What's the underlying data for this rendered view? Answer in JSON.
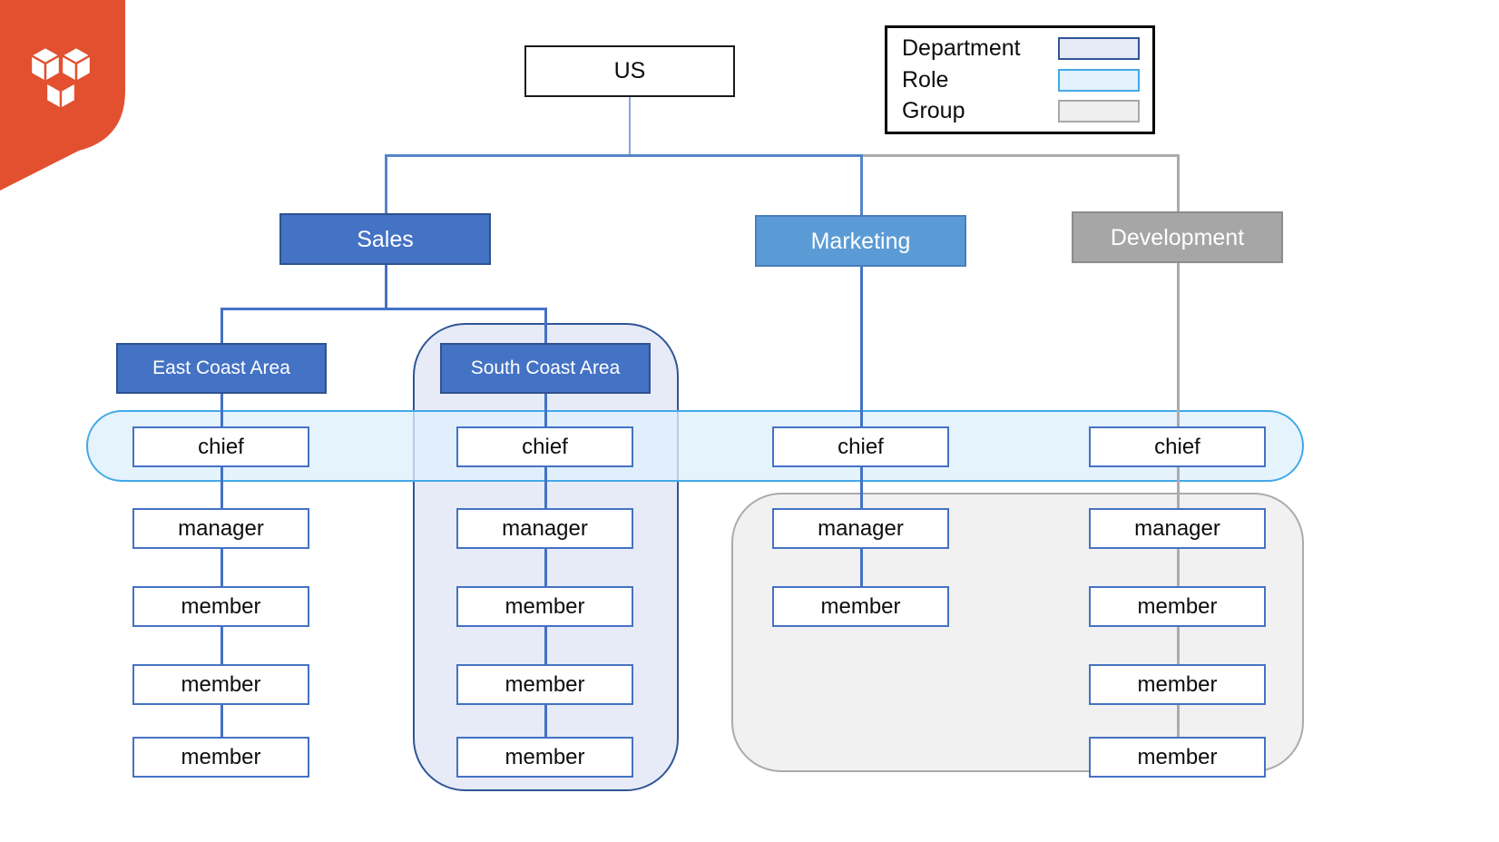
{
  "brand": {
    "logo_icon": "treasure-data-cubes-icon",
    "logo_color": "#E2502F"
  },
  "legend": {
    "items": [
      {
        "label": "Department",
        "fill": "#E6EAF5",
        "border": "#2F5597"
      },
      {
        "label": "Role",
        "fill": "#E3F2FD",
        "border": "#41A9E8"
      },
      {
        "label": "Group",
        "fill": "#EFEFEF",
        "border": "#A8A8A8"
      }
    ]
  },
  "diagram": {
    "root": {
      "label": "US"
    },
    "departments": [
      {
        "label": "Sales",
        "fill": "#4472C4",
        "border": "#2F528F"
      },
      {
        "label": "Marketing",
        "fill": "#5B9BD5",
        "border": "#4A7EBB"
      },
      {
        "label": "Development",
        "fill": "#A6A6A6",
        "border": "#8C8C8C"
      }
    ],
    "areas": [
      {
        "label": "East Coast Area"
      },
      {
        "label": "South Coast Area"
      }
    ],
    "columns": [
      {
        "name": "east-coast",
        "parent": "East Coast Area",
        "roles": [
          "chief",
          "manager",
          "member",
          "member",
          "member"
        ]
      },
      {
        "name": "south-coast",
        "parent": "South Coast Area",
        "roles": [
          "chief",
          "manager",
          "member",
          "member",
          "member"
        ]
      },
      {
        "name": "marketing",
        "parent": "Marketing",
        "roles": [
          "chief",
          "manager",
          "member"
        ]
      },
      {
        "name": "development",
        "parent": "Development",
        "roles": [
          "chief",
          "manager",
          "member",
          "member",
          "member"
        ]
      }
    ],
    "groups": [
      {
        "name": "south-coast-group",
        "contains": "South Coast Area subtree",
        "fill": "#E7EBF7",
        "border": "#2F5597"
      },
      {
        "name": "marketing-development-group",
        "contains": "Marketing and Development managers and members",
        "fill": "#F1F1F1",
        "border": "#ABABAB"
      }
    ],
    "role_band": {
      "name": "role-band",
      "contains": "chief row",
      "fill": "#DEF0FC",
      "border": "#41A9E8"
    }
  },
  "colors": {
    "node_border": "#4472C4",
    "connector_blue": "#4472C4",
    "connector_blue_light": "#83A9DC",
    "connector_gray": "#ABABAB"
  }
}
